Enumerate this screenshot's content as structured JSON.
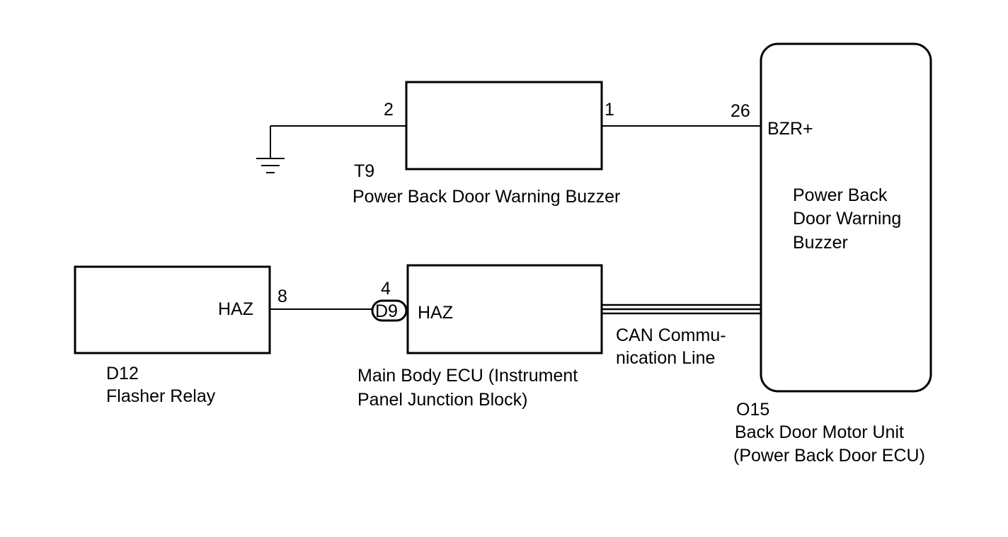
{
  "buzzer": {
    "pin_left": "2",
    "pin_right": "1",
    "connector": "T9",
    "name": "Power Back Door Warning Buzzer"
  },
  "ecu_unit": {
    "pin": "26",
    "terminal": "BZR+",
    "inner_line1": "Power Back",
    "inner_line2": "Door Warning",
    "inner_line3": "Buzzer",
    "connector": "O15",
    "name_line1": "Back Door Motor Unit",
    "name_line2": "(Power Back Door ECU)"
  },
  "flasher": {
    "terminal": "HAZ",
    "pin": "8",
    "connector": "D12",
    "name": "Flasher Relay"
  },
  "main_body": {
    "pin": "4",
    "junction_connector": "D9",
    "terminal": "HAZ",
    "name_line1": "Main Body ECU (Instrument",
    "name_line2": "Panel Junction Block)"
  },
  "can": {
    "label_line1": "CAN Commu-",
    "label_line2": "nication Line"
  }
}
